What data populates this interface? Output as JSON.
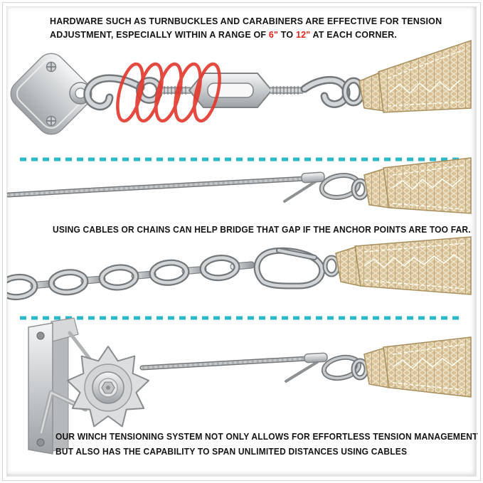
{
  "canvas": {
    "background": "#ffffff",
    "frame_color": "#d4d4d4"
  },
  "colors": {
    "accent_teal": "#2bb8c9",
    "accent_red": "#e2231a",
    "text": "#141414",
    "strap_tan": "#d8c299",
    "metal_dark": "#7f8386",
    "metal_light": "#d3d6d8",
    "spring_red": "#e2372b"
  },
  "top_caption": {
    "line1": "HARDWARE SUCH AS TURNBUCKLES AND CARABINERS ARE EFFECTIVE FOR TENSION",
    "line2_prefix": "ADJUSTMENT, ESPECIALLY WITHIN A RANGE OF ",
    "min_range": "6\"",
    "separator": " TO ",
    "max_range": "12\"",
    "line2_suffix": " AT EACH CORNER."
  },
  "middle_caption": {
    "text": "USING CABLES OR CHAINS CAN HELP BRIDGE THAT GAP IF THE ANCHOR POINTS ARE TOO FAR."
  },
  "bottom_caption": {
    "line1": "OUR WINCH TENSIONING SYSTEM NOT ONLY ALLOWS FOR EFFORTLESS TENSION MANAGEMENT",
    "line2": "BUT ALSO HAS THE CAPABILITY TO SPAN UNLIMITED DISTANCES USING CABLES"
  },
  "illustrations": {
    "turnbuckle": "wall-pad-eye-turnbuckle-with-red-spring-overlay-hooked-to-shade-sail-strap",
    "cable": "steel-cable-with-crimp-sleeve-loop-to-shade-sail-strap",
    "chain": "steel-chain-with-carabiner-to-shade-sail-strap",
    "winch": "wall-mounted-ratchet-winch-with-cable-to-shade-sail-strap"
  }
}
